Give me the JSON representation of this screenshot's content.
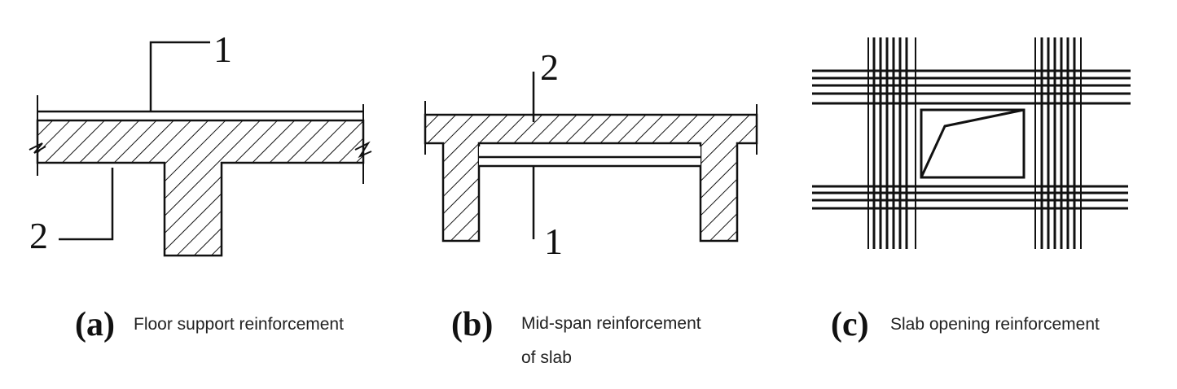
{
  "panels": [
    {
      "letter": "(a)",
      "caption_lines": [
        "Floor support reinforcement"
      ],
      "callouts": [
        "1",
        "2"
      ]
    },
    {
      "letter": "(b)",
      "caption_lines": [
        "Mid-span reinforcement",
        "of slab"
      ],
      "callouts": [
        "2",
        "1"
      ]
    },
    {
      "letter": "(c)",
      "caption_lines": [
        "Slab opening reinforcement"
      ]
    }
  ]
}
